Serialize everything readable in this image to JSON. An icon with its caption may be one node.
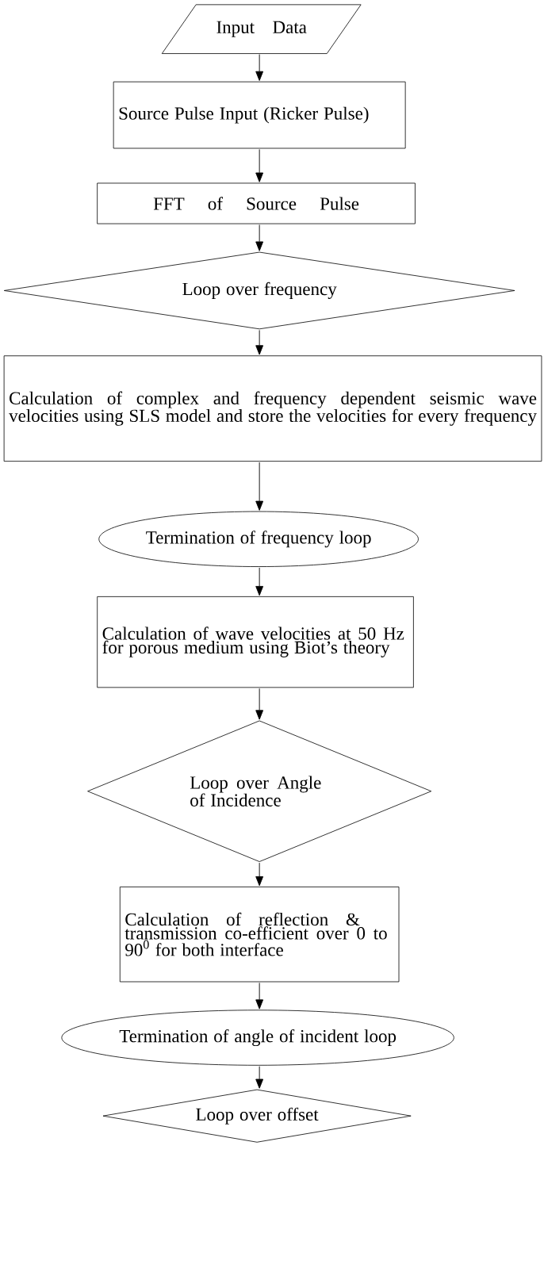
{
  "diagram": {
    "nodes": [
      {
        "text": [
          "Input Data"
        ]
      },
      {
        "text": [
          "Source Pulse Input (Ricker Pulse)"
        ]
      },
      {
        "text": [
          "FFT of Source Pulse"
        ]
      },
      {
        "text": [
          "Loop over frequency"
        ]
      },
      {
        "text": [
          "Calculation of complex and frequency dependent seismic wave velocities using SLS model and store the velocities for every frequency"
        ]
      },
      {
        "text": [
          "Termination of frequency loop"
        ]
      },
      {
        "text": [
          "Calculation of wave velocities at 50 Hz for porous medium using Biot’s theory"
        ]
      },
      {
        "text": [
          "Loop over Angle of Incidence"
        ]
      },
      {
        "text": [
          "Calculation of reflection & transmission co-efficient over 0 to 90$^{0}$ for both interface"
        ]
      },
      {
        "text": [
          "Termination of angle of incident loop"
        ]
      },
      {
        "text": [
          "Loop over offset"
        ]
      }
    ],
    "edges": [
      {
        "from": 0,
        "to": 1,
        "arrow": "to"
      },
      {
        "from": 1,
        "to": 2,
        "arrow": "to"
      },
      {
        "from": 2,
        "to": 3,
        "arrow": "to"
      },
      {
        "from": 3,
        "to": 4,
        "arrow": "to"
      },
      {
        "from": 4,
        "to": 5,
        "arrow": "to"
      },
      {
        "from": 5,
        "to": 6,
        "arrow": "to"
      },
      {
        "from": 6,
        "to": 7,
        "arrow": "to"
      },
      {
        "from": 7,
        "to": 8,
        "arrow": "to"
      },
      {
        "from": 8,
        "to": 9,
        "arrow": "to"
      },
      {
        "from": 9,
        "to": 10,
        "arrow": "to"
      }
    ]
  }
}
